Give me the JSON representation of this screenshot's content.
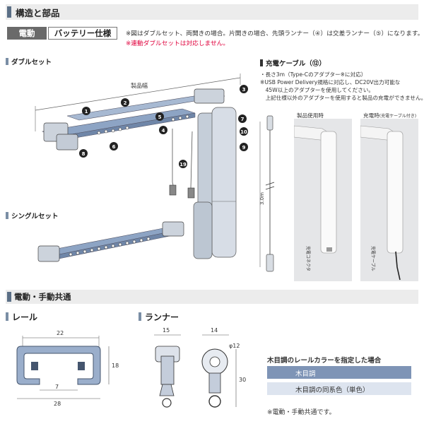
{
  "header": {
    "title": "構造と部品"
  },
  "tags": {
    "dark": "電動",
    "light": "バッテリー仕様"
  },
  "notes": {
    "line1": "※図はダブルセット、両開きの場合。片開きの場合、先頭ランナー（④）は交差ランナー（⑤）になります。",
    "line2": "※連動ダブルセットは対応しません。"
  },
  "double_set": {
    "label": "ダブルセット",
    "width_label": "製品幅",
    "callouts": [
      "1",
      "2",
      "3",
      "4",
      "5",
      "6",
      "7",
      "8",
      "9",
      "10",
      "19"
    ]
  },
  "single_set": {
    "label": "シングルセット"
  },
  "charging_cable": {
    "title": "充電ケーブル（⑫）",
    "note1": "・長さ3m（Type-Cのアダプター※に対応）",
    "note2": "※USB Power Delivery規格に対応し、DC20V出力可能な",
    "note3": "　45W以上のアダプターを使用してください。",
    "note4": "　上記仕様以外のアダプターを使用すると製品の充電ができません。",
    "length_label": "3.0m",
    "photo_left_caption": "製品使用時",
    "photo_right_caption": "充電時",
    "photo_right_caption_sub": "(充電ケーブル付き)",
    "photo_left_label": "充電コネクタ",
    "photo_right_label": "充電ケーブル"
  },
  "common_section": {
    "title": "電動・手動共通"
  },
  "rail": {
    "title": "レール",
    "dim_top": "22",
    "dim_right": "18",
    "dim_inner": "7",
    "dim_bottom": "28"
  },
  "runner": {
    "title": "ランナー",
    "dim_width_left": "15",
    "dim_width_right": "14",
    "dim_diameter": "φ12",
    "dim_height": "30"
  },
  "color_legend": {
    "title": "木目調のレールカラーを指定した場合",
    "items": [
      {
        "label": "木目調",
        "color": "#7e94b6"
      },
      {
        "label": "木目調の同系色（単色）",
        "color": "#dde4ef"
      }
    ]
  },
  "footnote": "※電動・手動共通です。",
  "colors": {
    "rail_blue": "#8da4c4",
    "rail_dark": "#6f86a8",
    "motor_grey": "#d7dbe1",
    "red_note": "#e0003c"
  }
}
